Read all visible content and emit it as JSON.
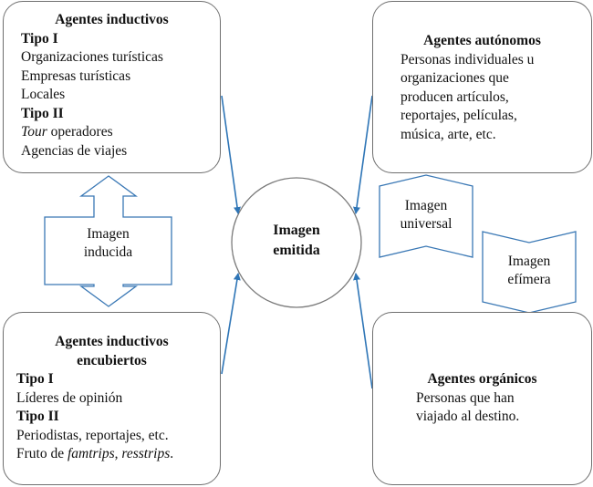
{
  "center": {
    "line1": "Imagen",
    "line2": "emitida"
  },
  "top_left": {
    "title": "Agentes inductivos",
    "type1_label": "Tipo I",
    "type1_items": [
      "Organizaciones turísticas",
      "Empresas turísticas",
      "Locales"
    ],
    "type2_label": "Tipo II",
    "tour_italic": "Tour",
    "tour_rest": " operadores",
    "type2_item2": "Agencias de viajes"
  },
  "top_right": {
    "title": "Agentes autónomos",
    "lines": [
      "Personas individuales u",
      "organizaciones que",
      "producen artículos,",
      "reportajes, películas,",
      "música, arte, etc."
    ]
  },
  "bottom_left": {
    "title_line1": "Agentes inductivos",
    "title_line2": "encubiertos",
    "type1_label": "Tipo I",
    "type1_item": "Líderes de opinión",
    "type2_label": "Tipo II",
    "type2_item": "Periodistas, reportajes, etc.",
    "fruto_prefix": "Fruto de ",
    "fruto_italic1": "famtrips",
    "fruto_comma": ", ",
    "fruto_italic2": "resstrips",
    "fruto_end": "."
  },
  "bottom_right": {
    "title": "Agentes orgánicos",
    "lines": [
      "Personas que han",
      "viajado al destino."
    ]
  },
  "induced_arrow": {
    "line1": "Imagen",
    "line2": "inducida"
  },
  "universal_tag": {
    "line1": "Imagen",
    "line2": "universal"
  },
  "ephemeral_tag": {
    "line1": "Imagen",
    "line2": "efímera"
  },
  "colors": {
    "arrow": "#2e75b6",
    "outline": "#6f6f6f",
    "shape_outline": "#3a78b5"
  }
}
